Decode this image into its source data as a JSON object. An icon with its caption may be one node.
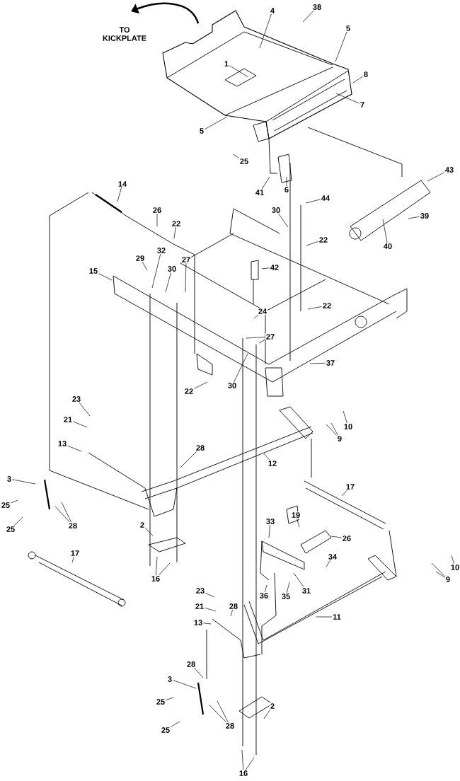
{
  "diagram": {
    "nodes": [
      {
        "text": [
          "1"
        ]
      },
      {
        "text": [
          "4"
        ]
      },
      {
        "text": [
          "38"
        ]
      },
      {
        "text": [
          "5"
        ]
      },
      {
        "text": [
          "8"
        ]
      },
      {
        "text": [
          "7"
        ]
      },
      {
        "text": [
          "5"
        ]
      },
      {
        "text": [
          "25"
        ]
      },
      {
        "text": [
          "43"
        ]
      },
      {
        "text": [
          "41"
        ]
      },
      {
        "text": [
          "6"
        ]
      },
      {
        "text": [
          "14"
        ]
      },
      {
        "text": [
          "44"
        ]
      },
      {
        "text": [
          "26"
        ]
      },
      {
        "text": [
          "30"
        ]
      },
      {
        "text": [
          "39"
        ]
      },
      {
        "text": [
          "22"
        ]
      },
      {
        "text": [
          "22"
        ]
      },
      {
        "text": [
          "40"
        ]
      },
      {
        "text": [
          "32"
        ]
      },
      {
        "text": [
          "29"
        ]
      },
      {
        "text": [
          "27"
        ]
      },
      {
        "text": [
          "42"
        ]
      },
      {
        "text": [
          "15"
        ]
      },
      {
        "text": [
          "30"
        ]
      },
      {
        "text": [
          "22"
        ]
      },
      {
        "text": [
          "24"
        ]
      },
      {
        "text": [
          "27"
        ]
      },
      {
        "text": [
          "37"
        ]
      },
      {
        "text": [
          "30"
        ]
      },
      {
        "text": [
          "22"
        ]
      },
      {
        "text": [
          "23"
        ]
      },
      {
        "text": [
          "21"
        ]
      },
      {
        "text": [
          "10"
        ]
      },
      {
        "text": [
          "9"
        ]
      },
      {
        "text": [
          "13"
        ]
      },
      {
        "text": [
          "28"
        ]
      },
      {
        "text": [
          "12"
        ]
      },
      {
        "text": [
          "3"
        ]
      },
      {
        "text": [
          "17"
        ]
      },
      {
        "text": [
          "25"
        ]
      },
      {
        "text": [
          "2"
        ]
      },
      {
        "text": [
          "28"
        ]
      },
      {
        "text": [
          "25"
        ]
      },
      {
        "text": [
          "17"
        ]
      },
      {
        "text": [
          "19"
        ]
      },
      {
        "text": [
          "33"
        ]
      },
      {
        "text": [
          "26"
        ]
      },
      {
        "text": [
          "34"
        ]
      },
      {
        "text": [
          "10"
        ]
      },
      {
        "text": [
          "16"
        ]
      },
      {
        "text": [
          "9"
        ]
      },
      {
        "text": [
          "23"
        ]
      },
      {
        "text": [
          "31"
        ]
      },
      {
        "text": [
          "36"
        ]
      },
      {
        "text": [
          "35"
        ]
      },
      {
        "text": [
          "21"
        ]
      },
      {
        "text": [
          "28"
        ]
      },
      {
        "text": [
          "11"
        ]
      },
      {
        "text": [
          "13"
        ]
      },
      {
        "text": [
          "28"
        ]
      },
      {
        "text": [
          "3"
        ]
      },
      {
        "text": [
          "25"
        ]
      },
      {
        "text": [
          "2"
        ]
      },
      {
        "text": [
          "28"
        ]
      },
      {
        "text": [
          "25"
        ]
      },
      {
        "text": [
          "16"
        ]
      }
    ],
    "edges": [
      {
        "from": 0,
        "to": null,
        "arrow": "none"
      },
      {
        "from": 1,
        "to": null,
        "arrow": "none"
      },
      {
        "from": 2,
        "to": null,
        "arrow": "none"
      },
      {
        "from": 3,
        "to": null,
        "arrow": "none"
      },
      {
        "from": 4,
        "to": null,
        "arrow": "none"
      },
      {
        "from": 5,
        "to": null,
        "arrow": "none"
      },
      {
        "from": 6,
        "to": null,
        "arrow": "none"
      },
      {
        "from": 7,
        "to": null,
        "arrow": "none"
      },
      {
        "from": 8,
        "to": null,
        "arrow": "none"
      },
      {
        "from": 9,
        "to": null,
        "arrow": "none"
      },
      {
        "from": 10,
        "to": null,
        "arrow": "none"
      },
      {
        "from": 11,
        "to": null,
        "arrow": "none"
      },
      {
        "from": 12,
        "to": null,
        "arrow": "none"
      },
      {
        "from": 13,
        "to": null,
        "arrow": "none"
      },
      {
        "from": 14,
        "to": null,
        "arrow": "none"
      },
      {
        "from": 15,
        "to": null,
        "arrow": "none"
      },
      {
        "from": 16,
        "to": null,
        "arrow": "none"
      },
      {
        "from": 17,
        "to": null,
        "arrow": "none"
      },
      {
        "from": 18,
        "to": null,
        "arrow": "none"
      },
      {
        "from": 19,
        "to": null,
        "arrow": "none"
      },
      {
        "from": 20,
        "to": null,
        "arrow": "none"
      },
      {
        "from": 21,
        "to": null,
        "arrow": "none"
      },
      {
        "from": 22,
        "to": null,
        "arrow": "none"
      },
      {
        "from": 23,
        "to": null,
        "arrow": "none"
      },
      {
        "from": 24,
        "to": null,
        "arrow": "none"
      },
      {
        "from": 25,
        "to": null,
        "arrow": "none"
      },
      {
        "from": 26,
        "to": null,
        "arrow": "none"
      },
      {
        "from": 27,
        "to": null,
        "arrow": "none"
      },
      {
        "from": 27,
        "to": null,
        "arrow": "none"
      },
      {
        "from": 28,
        "to": null,
        "arrow": "none"
      },
      {
        "from": 29,
        "to": null,
        "arrow": "none"
      },
      {
        "from": 30,
        "to": null,
        "arrow": "none"
      },
      {
        "from": 31,
        "to": null,
        "arrow": "none"
      },
      {
        "from": 32,
        "to": null,
        "arrow": "none"
      },
      {
        "from": 33,
        "to": null,
        "arrow": "none"
      },
      {
        "from": 34,
        "to": null,
        "arrow": "none"
      },
      {
        "from": 34,
        "to": null,
        "arrow": "none"
      },
      {
        "from": 35,
        "to": null,
        "arrow": "none"
      },
      {
        "from": 36,
        "to": null,
        "arrow": "none"
      },
      {
        "from": 37,
        "to": null,
        "arrow": "none"
      },
      {
        "from": 38,
        "to": null,
        "arrow": "none"
      },
      {
        "from": 39,
        "to": null,
        "arrow": "none"
      },
      {
        "from": 40,
        "to": null,
        "arrow": "none"
      },
      {
        "from": 41,
        "to": null,
        "arrow": "none"
      },
      {
        "from": 42,
        "to": null,
        "arrow": "none"
      },
      {
        "from": 42,
        "to": null,
        "arrow": "none"
      },
      {
        "from": 43,
        "to": null,
        "arrow": "none"
      },
      {
        "from": 44,
        "to": null,
        "arrow": "none"
      },
      {
        "from": 45,
        "to": null,
        "arrow": "none"
      },
      {
        "from": 46,
        "to": null,
        "arrow": "none"
      },
      {
        "from": 47,
        "to": null,
        "arrow": "none"
      },
      {
        "from": 48,
        "to": null,
        "arrow": "none"
      },
      {
        "from": 49,
        "to": null,
        "arrow": "none"
      },
      {
        "from": 50,
        "to": null,
        "arrow": "none"
      },
      {
        "from": 50,
        "to": null,
        "arrow": "none"
      },
      {
        "from": 51,
        "to": null,
        "arrow": "none"
      },
      {
        "from": 51,
        "to": null,
        "arrow": "none"
      },
      {
        "from": 52,
        "to": null,
        "arrow": "none"
      },
      {
        "from": 53,
        "to": null,
        "arrow": "none"
      },
      {
        "from": 54,
        "to": null,
        "arrow": "none"
      },
      {
        "from": 55,
        "to": null,
        "arrow": "none"
      },
      {
        "from": 56,
        "to": null,
        "arrow": "none"
      },
      {
        "from": 57,
        "to": null,
        "arrow": "none"
      },
      {
        "from": 58,
        "to": null,
        "arrow": "none"
      },
      {
        "from": 59,
        "to": null,
        "arrow": "none"
      },
      {
        "from": 60,
        "to": null,
        "arrow": "none"
      },
      {
        "from": 61,
        "to": null,
        "arrow": "none"
      },
      {
        "from": 62,
        "to": null,
        "arrow": "none"
      },
      {
        "from": 63,
        "to": null,
        "arrow": "none"
      },
      {
        "from": 64,
        "to": null,
        "arrow": "none"
      },
      {
        "from": 64,
        "to": null,
        "arrow": "none"
      },
      {
        "from": 65,
        "to": null,
        "arrow": "none"
      },
      {
        "from": 66,
        "to": null,
        "arrow": "none"
      },
      {
        "from": 66,
        "to": null,
        "arrow": "none"
      }
    ],
    "labels": [
      "TO KICKPLATE"
    ]
  }
}
